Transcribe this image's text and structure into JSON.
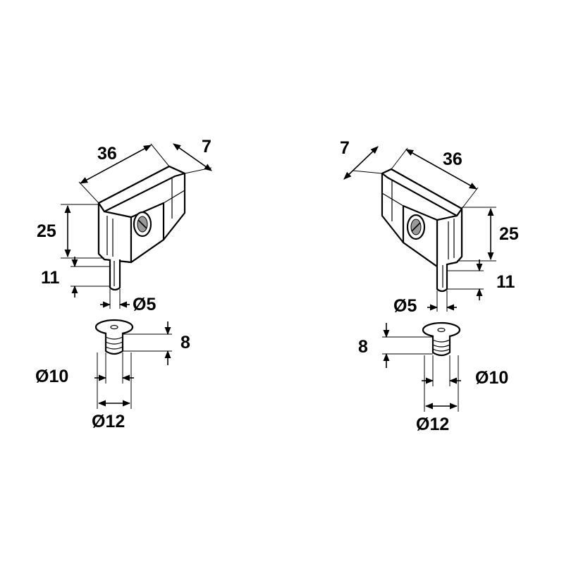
{
  "left_fitting": {
    "width_label": "36",
    "depth_label": "7",
    "height_label": "25",
    "pin_length_label": "11",
    "pin_diameter_label": "Ø5",
    "bushing_height_label": "8",
    "bushing_inner_diameter_label": "Ø10",
    "bushing_outer_diameter_label": "Ø12"
  },
  "right_fitting": {
    "width_label": "36",
    "depth_label": "7",
    "height_label": "25",
    "pin_length_label": "11",
    "pin_diameter_label": "Ø5",
    "bushing_height_label": "8",
    "bushing_inner_diameter_label": "Ø10",
    "bushing_outer_diameter_label": "Ø12"
  },
  "colors": {
    "line": "#000000",
    "background": "#ffffff"
  }
}
